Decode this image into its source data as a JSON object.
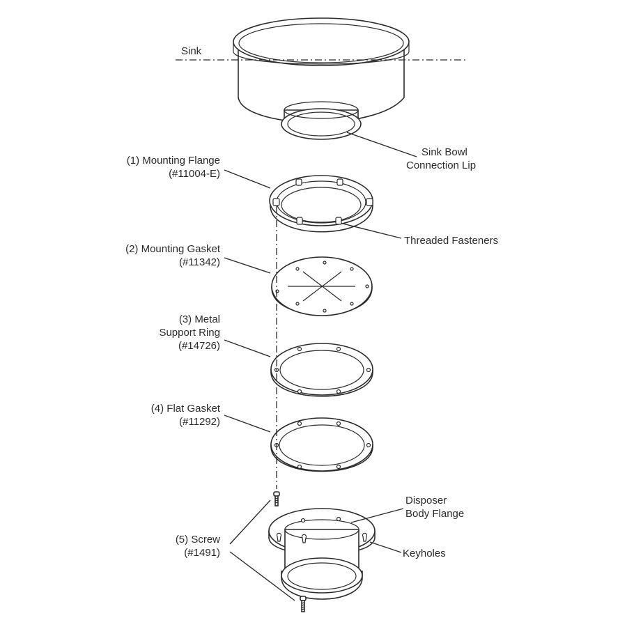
{
  "labels": {
    "sink": "Sink",
    "sink_lip": [
      "Sink Bowl",
      "Connection Lip"
    ],
    "mounting_flange": [
      "(1) Mounting Flange",
      "(#11004-E)"
    ],
    "threaded_fasteners": "Threaded Fasteners",
    "mounting_gasket": [
      "(2) Mounting Gasket",
      "(#11342)"
    ],
    "support_ring": [
      "(3) Metal",
      "Support Ring",
      "(#14726)"
    ],
    "flat_gasket": [
      "(4) Flat Gasket",
      "(#11292)"
    ],
    "disposer_flange": [
      "Disposer",
      "Body Flange"
    ],
    "keyholes": "Keyholes",
    "screw": [
      "(5) Screw",
      "(#1491)"
    ]
  }
}
